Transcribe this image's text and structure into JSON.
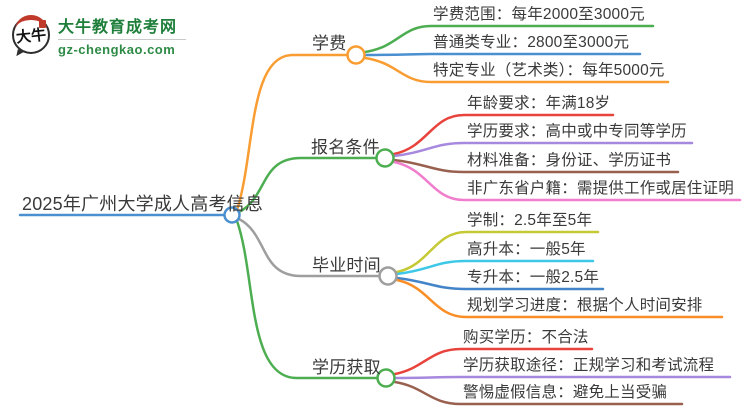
{
  "logo": {
    "badge": "大牛",
    "title": "大牛教育成考网",
    "domain": "gz-chengkao.com"
  },
  "mindmap": {
    "root": {
      "label": "2025年广州大学成人高考信息",
      "color": "#4A8FD0"
    },
    "branches": [
      {
        "label": "学费",
        "color": "#F99D32",
        "children": [
          {
            "label": "学费范围：每年2000至3000元",
            "color": "#4DAE51"
          },
          {
            "label": "普通类专业：2800至3000元",
            "color": "#4A8FD0"
          },
          {
            "label": "特定专业（艺术类）：每年5000元",
            "color": "#F99D32"
          }
        ]
      },
      {
        "label": "报名条件",
        "color": "#4DAE51",
        "children": [
          {
            "label": "年龄要求：年满18岁",
            "color": "#E8433C"
          },
          {
            "label": "学历要求：高中或中专同等学历",
            "color": "#A788DF"
          },
          {
            "label": "材料准备：身份证、学历证书",
            "color": "#99604F"
          },
          {
            "label": "非广东省户籍：需提供工作或居住证明",
            "color": "#F07ECC"
          }
        ]
      },
      {
        "label": "毕业时间",
        "color": "#9E9E9E",
        "children": [
          {
            "label": "学制：2.5年至5年",
            "color": "#C5C934"
          },
          {
            "label": "高升本：一般5年",
            "color": "#3EC8E8"
          },
          {
            "label": "专升本：一般2.5年",
            "color": "#4384C8"
          },
          {
            "label": "规划学习进度：根据个人时间安排",
            "color": "#FA8E26"
          }
        ]
      },
      {
        "label": "学历获取",
        "color": "#4DAE51",
        "children": [
          {
            "label": "购买学历：不合法",
            "color": "#E8433C"
          },
          {
            "label": "学历获取途径：正规学习和考试流程",
            "color": "#A788DF"
          },
          {
            "label": "警惕虚假信息：避免上当受骗",
            "color": "#99604F"
          }
        ]
      }
    ]
  }
}
